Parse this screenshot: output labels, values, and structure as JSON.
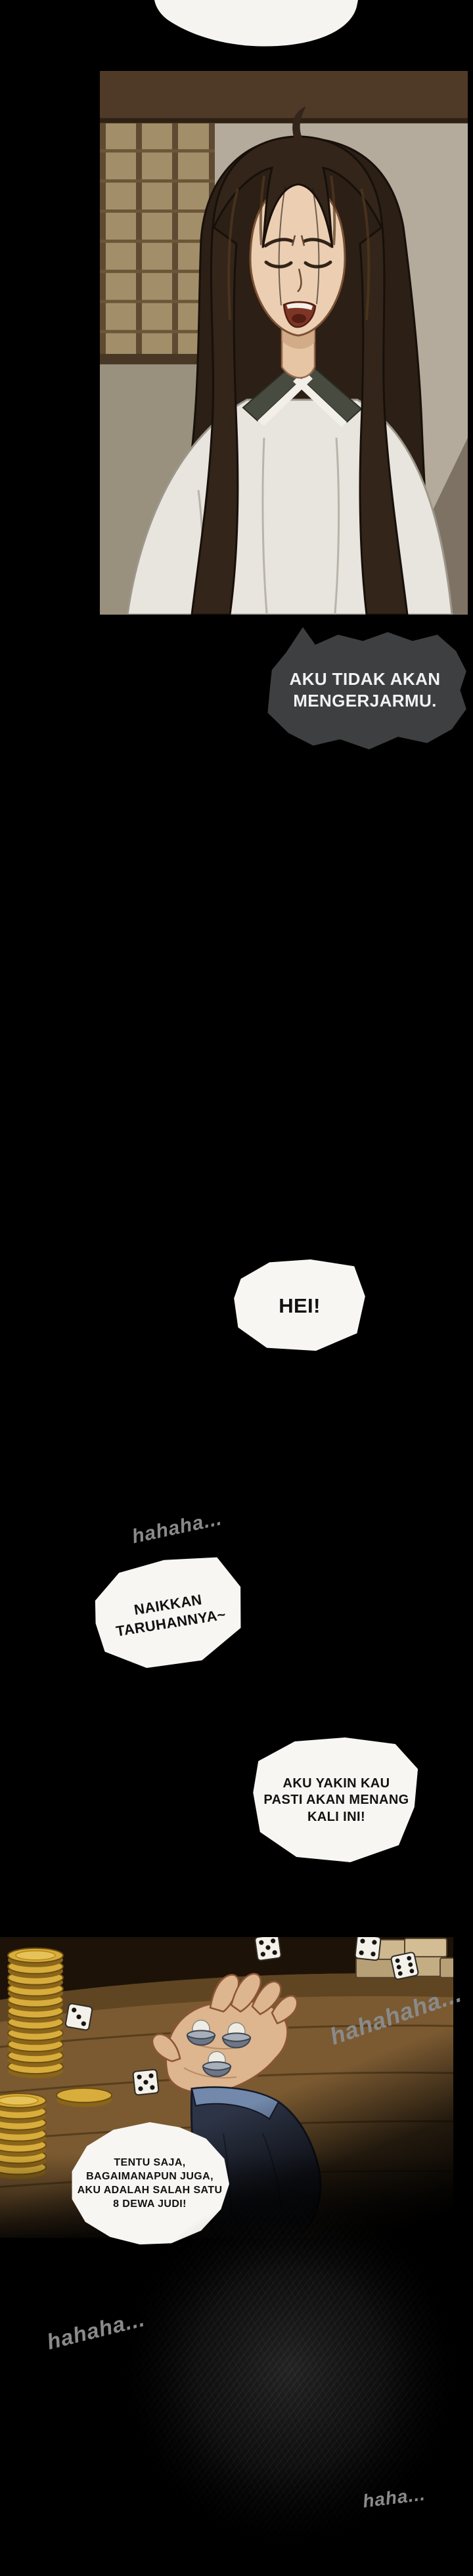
{
  "speech": {
    "dark_bubble": {
      "lines": [
        "AKU TIDAK AKAN",
        "MENGERJARMU."
      ]
    },
    "hei": {
      "lines": [
        "HEI!"
      ]
    },
    "naikkan": {
      "lines": [
        "NAIKKAN",
        "TARUHANNYA~"
      ]
    },
    "yakin": {
      "lines": [
        "AKU YAKIN KAU",
        "PASTI AKAN MENANG",
        "KALI INI!"
      ]
    },
    "tentu": {
      "lines": [
        "TENTU SAJA,",
        "BAGAIMANAPUN JUGA,",
        "AKU ADALAH SALAH SATU",
        "8 DEWA JUDI!"
      ]
    }
  },
  "sfx": {
    "laugh_1": "hahaha...",
    "laugh_2": "hahahaha...",
    "laugh_3": "hahaha...",
    "laugh_4": "haha..."
  },
  "colors": {
    "page_bg": "#000000",
    "dark_bubble_bg": "#3e3f41",
    "dark_bubble_text": "#f2f2f2",
    "white_bubble_bg": "#f7f6f3",
    "bubble_text": "#111111",
    "sfx_text": "#8a8a8a",
    "wall": "#a59c8c",
    "hair": "#2b1f16",
    "hair_front": "#33251a",
    "skin": "#eccfb2",
    "robe": "#e8e5de",
    "wood": "#7b5a31",
    "coin_gold": "#d8ad3c",
    "sleeve": "#2d3446",
    "cup": "#6d7684"
  }
}
